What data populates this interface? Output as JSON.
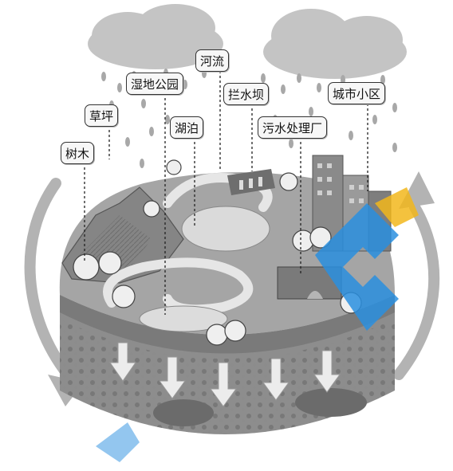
{
  "labels": {
    "trees": "树木",
    "lawn": "草坪",
    "wetland_park": "湿地公园",
    "river": "河流",
    "lake": "湖泊",
    "dam": "拦水坝",
    "sewage_plant": "污水处理厂",
    "urban_community": "城市小区"
  },
  "colors": {
    "cloud": "#bdbdbd",
    "rain": "#a8a8a8",
    "water": "#d2d2d2",
    "hill": "#8a8a8a",
    "ground": "#9a9a9a",
    "soil": "#7c7c7c",
    "watermark_blue": "#2a8fe0",
    "watermark_yellow": "#f2b81c"
  }
}
